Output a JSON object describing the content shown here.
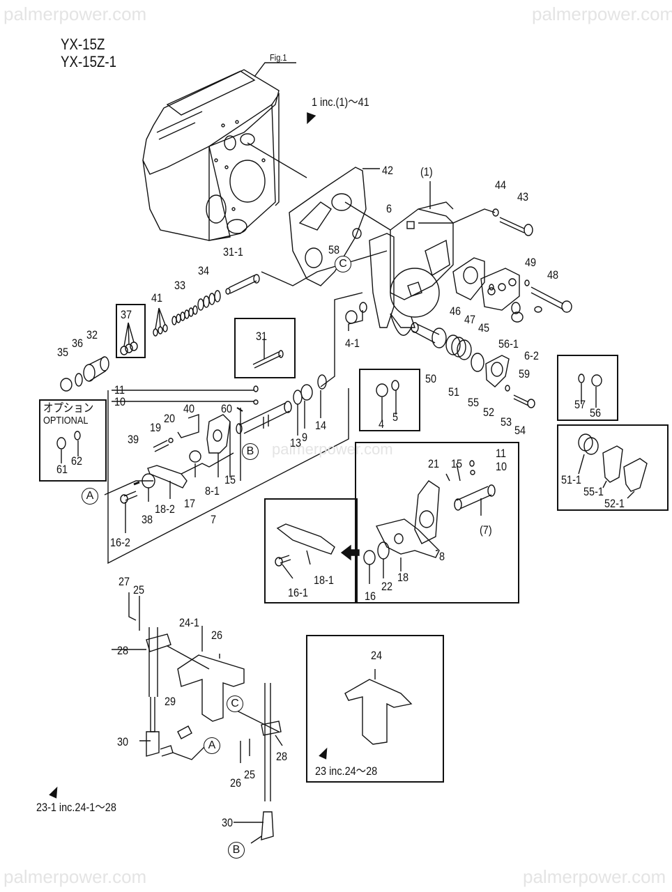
{
  "watermark": "palmerpower.com",
  "models": [
    "YX-15Z",
    "YX-15Z-1"
  ],
  "figure_label": "Fig.1",
  "assembly_notes": {
    "main": "1 inc.(1)～41",
    "bracket": "23 inc.24～28",
    "bracket_alt": "23-1 inc.24-1～28"
  },
  "optional_box": {
    "jp": "オプション",
    "en": "OPTIONAL"
  },
  "ref_markers": {
    "a": "A",
    "b": "B",
    "c": "C"
  },
  "callouts": {
    "c42": "42",
    "c1": "(1)",
    "c6": "6",
    "c44": "44",
    "c43": "43",
    "c58": "58",
    "c49": "49",
    "c48": "48",
    "c31_1": "31-1",
    "c34": "34",
    "c33": "33",
    "c41": "41",
    "c37": "37",
    "c32": "32",
    "c36": "36",
    "c35": "35",
    "c46": "46",
    "c47": "47",
    "c45": "45",
    "c56_1": "56-1",
    "c6_2": "6-2",
    "c4_1": "4-1",
    "c31": "31",
    "c50": "50",
    "c51": "51",
    "c55": "55",
    "c52": "52",
    "c59": "59",
    "c53": "53",
    "c54": "54",
    "c4": "4",
    "c5": "5",
    "c57": "57",
    "c56": "56",
    "c51_1": "51-1",
    "c55_1": "55-1",
    "c52_1": "52-1",
    "c11": "11",
    "c10": "10",
    "c40": "40",
    "c60": "60",
    "c19": "19",
    "c20": "20",
    "c39": "39",
    "c61": "61",
    "c62": "62",
    "c13": "13",
    "c9": "9",
    "c14": "14",
    "c17": "17",
    "c8_1": "8-1",
    "c15": "15",
    "c38": "38",
    "c18_2": "18-2",
    "c7": "7",
    "c16_2": "16-2",
    "d21": "21",
    "d15": "15",
    "d11": "11",
    "d10": "10",
    "d7": "(7)",
    "d8": "8",
    "d18": "18",
    "d22": "22",
    "d16": "16",
    "d18_1": "18-1",
    "d16_1": "16-1",
    "e27": "27",
    "e25": "25",
    "e24_1": "24-1",
    "e26": "26",
    "e28": "28",
    "e29": "29",
    "e30": "30",
    "e28b": "28",
    "e26b": "26",
    "e25b": "25",
    "e30b": "30",
    "e24": "24"
  }
}
